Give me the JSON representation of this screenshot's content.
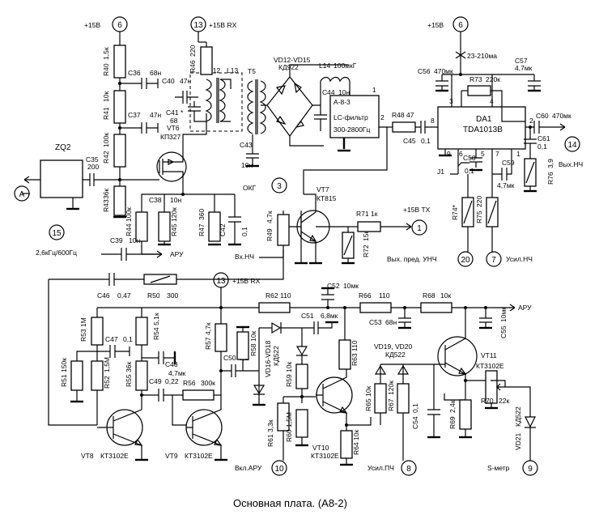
{
  "caption": "Основная плата.   (А8-2)",
  "connectors": [
    {
      "n": "6",
      "label": "+15В"
    },
    {
      "n": "13",
      "label": "+15В RX"
    },
    {
      "n": "6",
      "label": "+15В"
    },
    {
      "n": "A",
      "label": ""
    },
    {
      "n": "15",
      "label": "2,6кГц/600Гц"
    },
    {
      "n": "3",
      "label": "ОКГ"
    },
    {
      "n": "14",
      "label": "Вых.НЧ"
    },
    {
      "n": "1",
      "label": "+15В ТХ"
    },
    {
      "n": "20",
      "label": "Вых. пред. УНЧ"
    },
    {
      "n": "7",
      "label": "Усил.НЧ"
    },
    {
      "n": "13",
      "label": "+15В RX"
    },
    {
      "n": "10",
      "label": "Вкл.АРУ"
    },
    {
      "n": "8",
      "label": "Усил.ПЧ"
    },
    {
      "n": "9",
      "label": "S-метр"
    }
  ],
  "resistors": {
    "R40": [
      "R40",
      "1,5к"
    ],
    "R41": [
      "R41",
      "10к"
    ],
    "R42": [
      "R42",
      "100к"
    ],
    "R43": [
      "R43",
      "36к"
    ],
    "R44": [
      "R44",
      "100к"
    ],
    "R45": [
      "R45",
      "120к"
    ],
    "R46": [
      "R46",
      "220"
    ],
    "R47": [
      "R47",
      "360"
    ],
    "R48": [
      "R48",
      "47"
    ],
    "R49": [
      "R49",
      "4,7к"
    ],
    "R50": [
      "R50",
      "300"
    ],
    "R51": [
      "R51",
      "150к"
    ],
    "R52": [
      "R52",
      "1,5М"
    ],
    "R53": [
      "R53",
      "1М"
    ],
    "R54": [
      "R54",
      "5,1к"
    ],
    "R55": [
      "R55",
      "36к"
    ],
    "R56": [
      "R56",
      "300к"
    ],
    "R57": [
      "R57",
      "4,7к"
    ],
    "R58": [
      "R58",
      "10к"
    ],
    "R59": [
      "R59",
      "10к"
    ],
    "R60": [
      "R60",
      "1,5М"
    ],
    "R61": [
      "R61",
      "3,3к"
    ],
    "R62": [
      "R62",
      "110"
    ],
    "R63": [
      "R63",
      "110"
    ],
    "R64": [
      "R64",
      "10к"
    ],
    "R65": [
      "R65",
      "10к"
    ],
    "R66": [
      "R66",
      "110"
    ],
    "R67": [
      "R67",
      "120к"
    ],
    "R68": [
      "R68",
      "10к"
    ],
    "R69": [
      "R69",
      "2,4к"
    ],
    "R70": [
      "R70",
      "22к"
    ],
    "R71": [
      "R71",
      "1к"
    ],
    "R72": [
      "R72",
      "15к"
    ],
    "R73": [
      "R73",
      "220к"
    ],
    "R74": [
      "R74*",
      ""
    ],
    "R75": [
      "R75",
      "220"
    ],
    "R76": [
      "R76",
      "3,9"
    ]
  },
  "capacitors": {
    "C35": [
      "C35",
      "200"
    ],
    "C36": [
      "C36",
      "68н"
    ],
    "C37": [
      "C37",
      "47н"
    ],
    "C38": [
      "C38",
      "10н"
    ],
    "C39": [
      "C39",
      "10н"
    ],
    "C40": [
      "C40",
      "47н"
    ],
    "C41": [
      "C41 *",
      "68"
    ],
    "C42": [
      "C42",
      "0,1"
    ],
    "C43": [
      "C43",
      "10н"
    ],
    "C44": [
      "C44",
      "10н"
    ],
    "C45": [
      "C45",
      "0,1"
    ],
    "C46": [
      "C46",
      "0,47"
    ],
    "C47": [
      "C47",
      "0,1"
    ],
    "C48": [
      "C48",
      "4,7мк"
    ],
    "C49": [
      "C49",
      "0,22"
    ],
    "C50": [
      "C50",
      "0,1"
    ],
    "C51": [
      "C51",
      "6,8мк"
    ],
    "C52": [
      "C52",
      "10мк"
    ],
    "C53": [
      "C53",
      "68н"
    ],
    "C54": [
      "C54",
      "0,1"
    ],
    "C55": [
      "C55",
      "10мк"
    ],
    "C56": [
      "C56",
      "470мк"
    ],
    "C57": [
      "C57",
      "4,7мк"
    ],
    "C58": [
      "C58",
      "0,1"
    ],
    "C59": [
      "C59",
      "4,7мк"
    ],
    "C60": [
      "C60",
      "470мк"
    ],
    "C61": [
      "C61",
      "0,1"
    ]
  },
  "parts": {
    "zq2": "ZQ2",
    "l12": "L12",
    "l13": "L13",
    "t5": "T5",
    "vd12": "VD12-VD15",
    "kd922": "КД922",
    "l14": "L14",
    "l14v": "100мкГ",
    "lcf1": "А-8-3",
    "lcf2": "LC-фильтр",
    "lcf3": "300-2800Гц",
    "da1": "DA1",
    "tda": "TDA1013B",
    "vt6": "VT6",
    "vt6t": "КП327",
    "vt7": "VT7",
    "vt7t": "КТ815",
    "vt8": "VT8",
    "vt8t": "КТ3102Е",
    "vt9": "VT9",
    "vt9t": "КТ3102Е",
    "vt10": "VT10",
    "vt10t": "КТ3102Е",
    "vt11": "VT11",
    "vt11t": "КТ3102Е",
    "vd16": "VD16-VD18",
    "vd16t": "КД522",
    "vd19": "VD19, VD20",
    "vd19t": "КД522",
    "vd21": "VD21",
    "vd21t": "КД522",
    "j1": "J1",
    "current": "23-210ма"
  },
  "signals": {
    "aru1": "АРУ",
    "aru2": "АРУ",
    "vxnch": "Вх.НЧ"
  },
  "pins": [
    "3",
    "4",
    "8",
    "2",
    "9",
    "6",
    "5",
    "7",
    "1"
  ]
}
